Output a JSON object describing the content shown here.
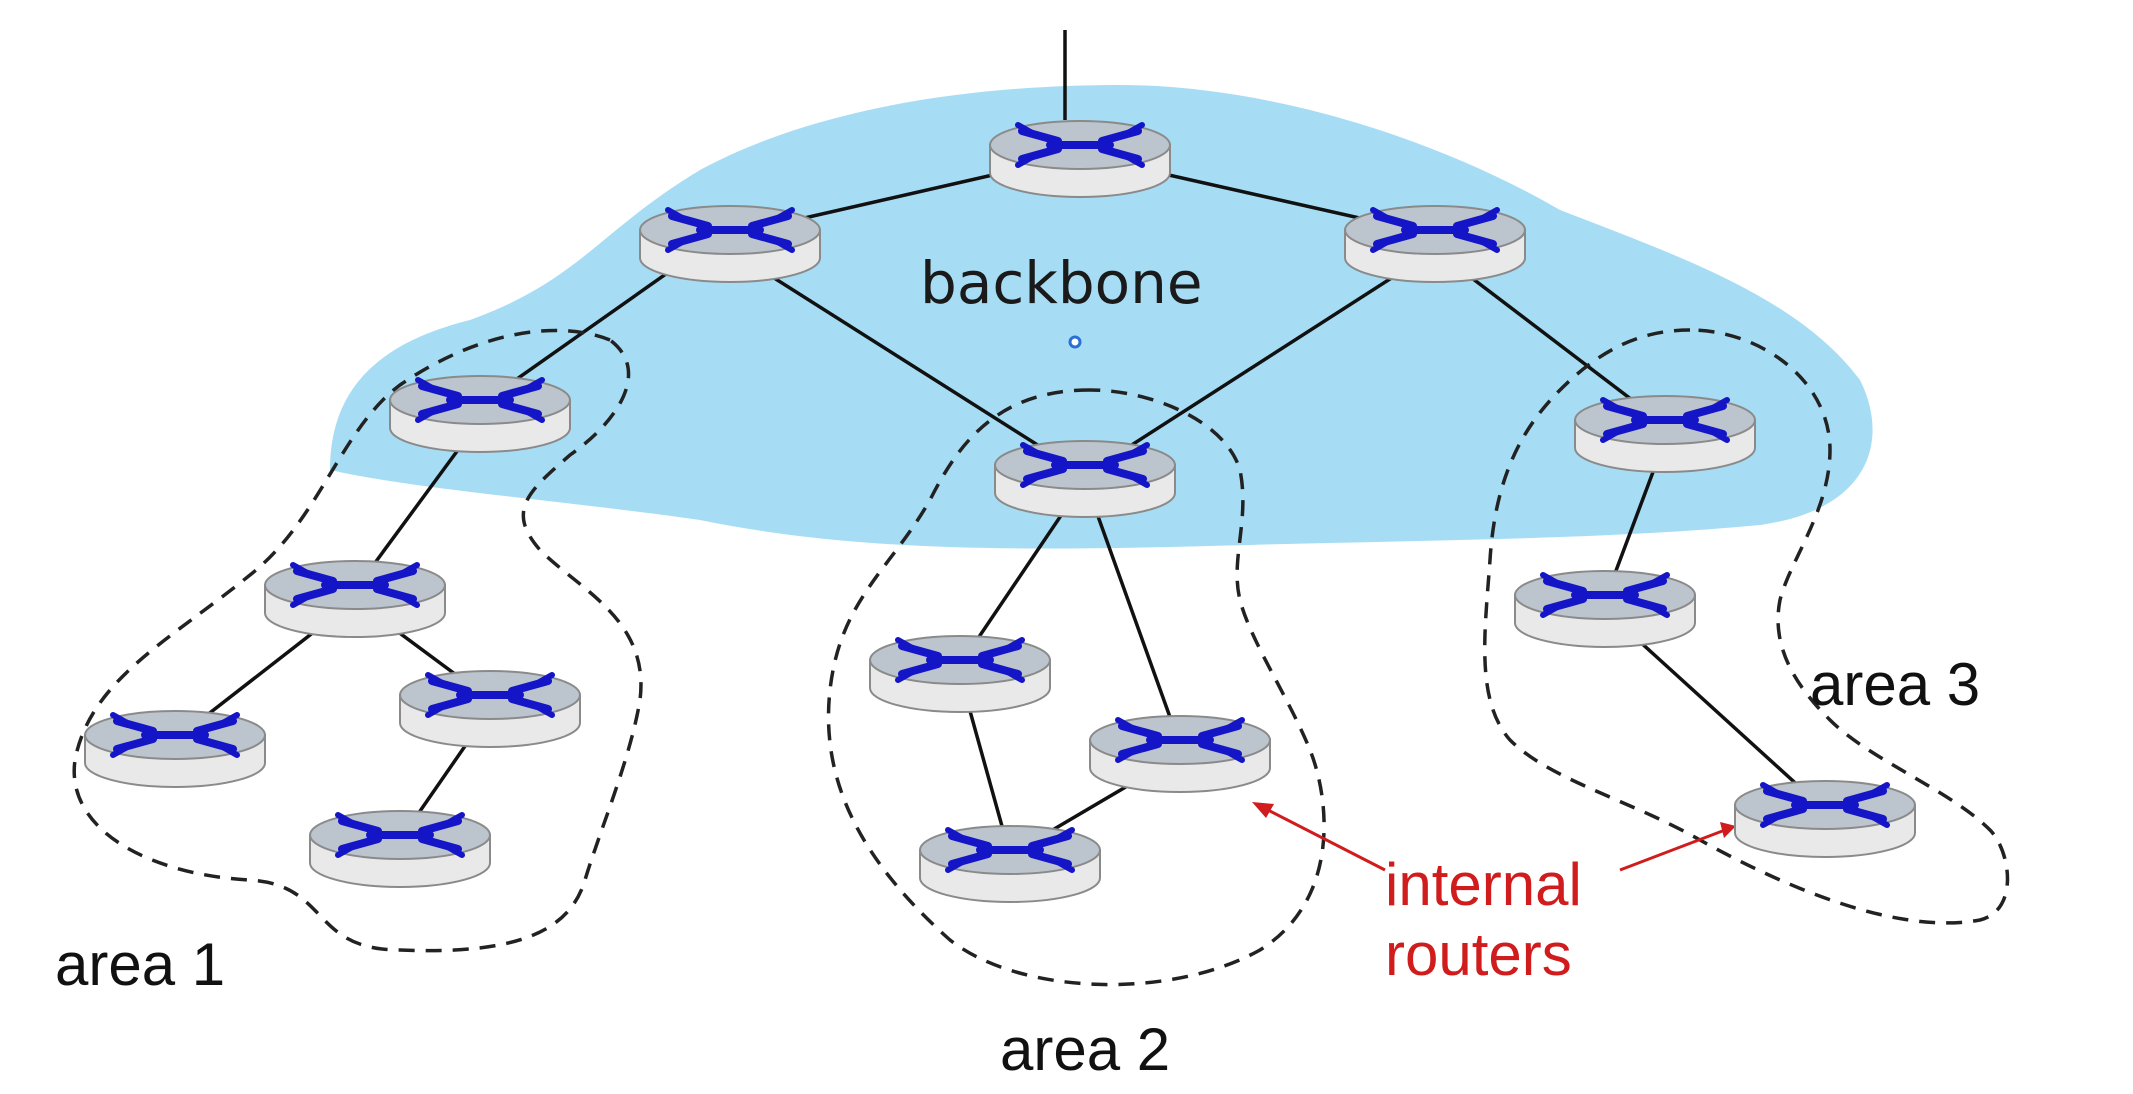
{
  "colors": {
    "backbone_fill": "#a7ddf4",
    "link": "#111111",
    "router_top": "#bcc3cc",
    "router_side": "#e8e8e8",
    "router_glyph": "#1515c8",
    "annotation": "#d01c1c",
    "boundary": "#222222"
  },
  "labels": {
    "backbone": "backbone",
    "area_1": "area 1",
    "area_2": "area 2",
    "area_3": "area 3",
    "internal_line1": "internal",
    "internal_line2": "routers"
  },
  "icons": {
    "router": "router-icon"
  }
}
